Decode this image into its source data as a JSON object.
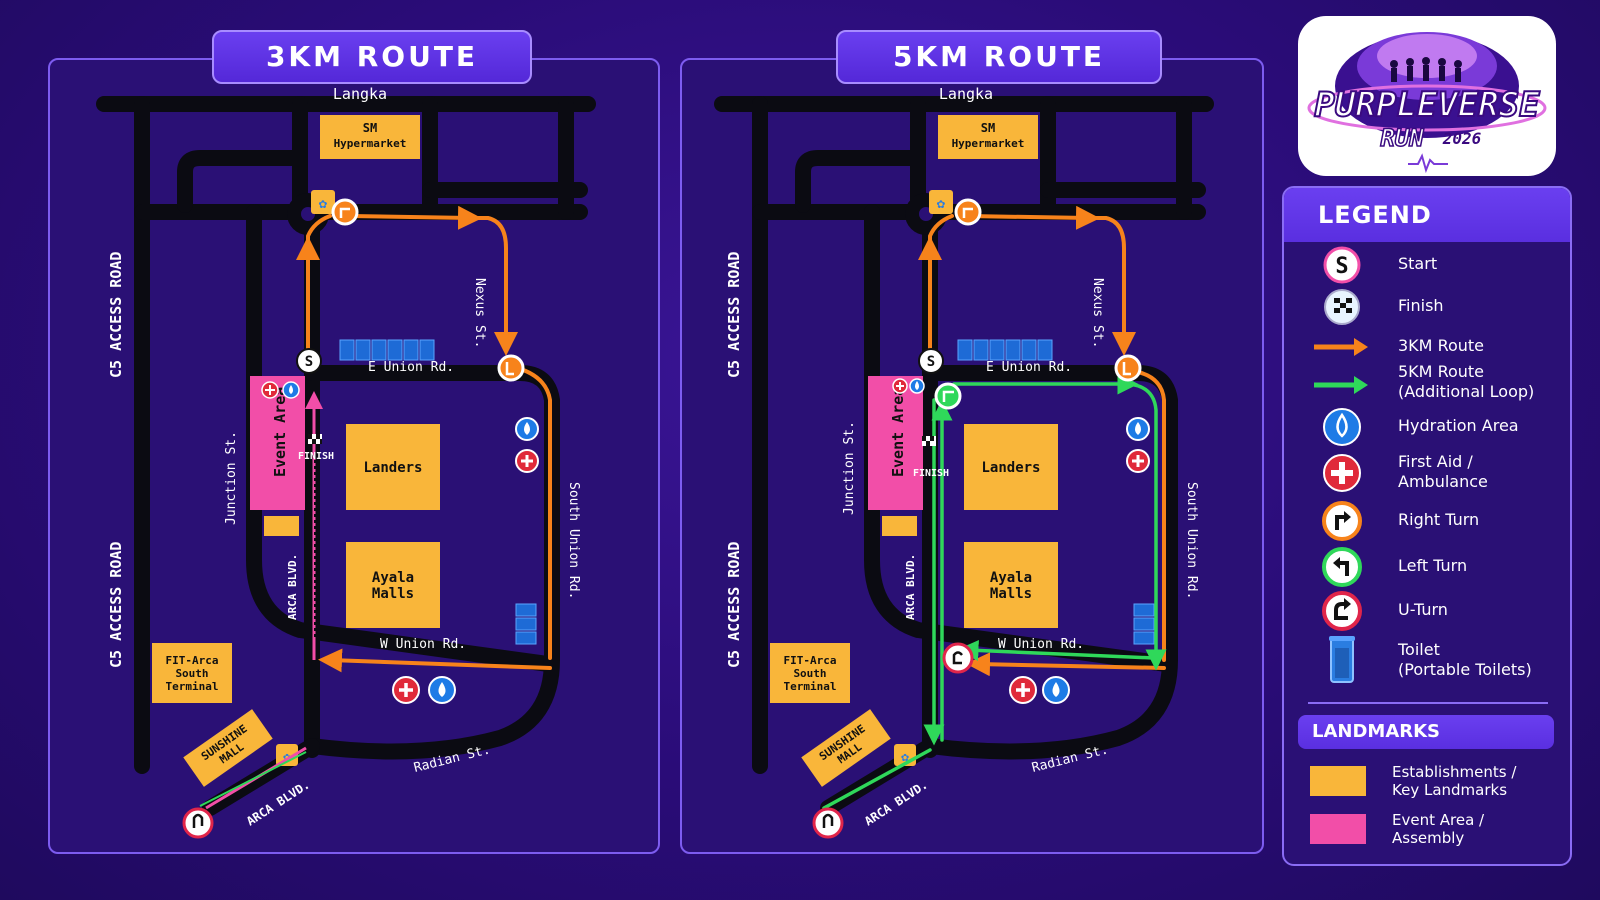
{
  "routes": [
    {
      "title": "3KM ROUTE"
    },
    {
      "title": "5KM ROUTE"
    }
  ],
  "map_labels": {
    "street_north": "Langka",
    "c5_access_road": "C5 ACCESS ROAD",
    "junction_st": "Junction St.",
    "arca_blvd": "ARCA BLVD.",
    "nexus_st": "Nexus St.",
    "e_union_rd": "E Union Rd.",
    "w_union_rd": "W Union Rd.",
    "south_union_rd": "South Union Rd.",
    "radian_st": "Radian St.",
    "finish": "FINISH",
    "event_area": "Event Area",
    "start_letter": "S"
  },
  "landmarks": {
    "sm_line1": "SM",
    "sm_line2": "Hypermarket",
    "landers": "Landers",
    "ayala_line1": "Ayala",
    "ayala_line2": "Malls",
    "fit_line1": "FIT-Arca",
    "fit_line2": "South",
    "fit_line3": "Terminal",
    "sunshine_line1": "SUNSHINE",
    "sunshine_line2": "MALL"
  },
  "logo": {
    "line1": "PURPLEVERSE",
    "line2": "RUN",
    "year": "2026"
  },
  "legend": {
    "title": "LEGEND",
    "items": [
      {
        "icon": "start-icon",
        "label": "Start"
      },
      {
        "icon": "finish-flag-icon",
        "label": "Finish"
      },
      {
        "icon": "orange-arrow-icon",
        "label": "3KM Route"
      },
      {
        "icon": "green-arrow-icon",
        "label": "5KM Route",
        "label2": "(Additional Loop)"
      },
      {
        "icon": "water-drop-icon",
        "label": "Hydration Area"
      },
      {
        "icon": "first-aid-icon",
        "label": "First Aid /",
        "label2": "Ambulance"
      },
      {
        "icon": "right-turn-icon",
        "label": "Right Turn"
      },
      {
        "icon": "left-turn-icon",
        "label": "Left Turn"
      },
      {
        "icon": "u-turn-icon",
        "label": "U-Turn"
      },
      {
        "icon": "portable-toilet-icon",
        "label": "Toilet",
        "label2": "(Portable Toilets)"
      }
    ],
    "landmarks_title": "LANDMARKS",
    "landmark_items": [
      {
        "color": "#f9b63a",
        "label": "Establishments /",
        "label2": "Key Landmarks"
      },
      {
        "color": "#f24ea8",
        "label": "Event Area /",
        "label2": "Assembly"
      }
    ]
  },
  "colors": {
    "route_3km": "#f7831b",
    "route_5km": "#2fd85a",
    "landmark": "#f9b63a",
    "event_area": "#f24ea8",
    "background": "#2a0c78",
    "road": "#0b0b12"
  }
}
